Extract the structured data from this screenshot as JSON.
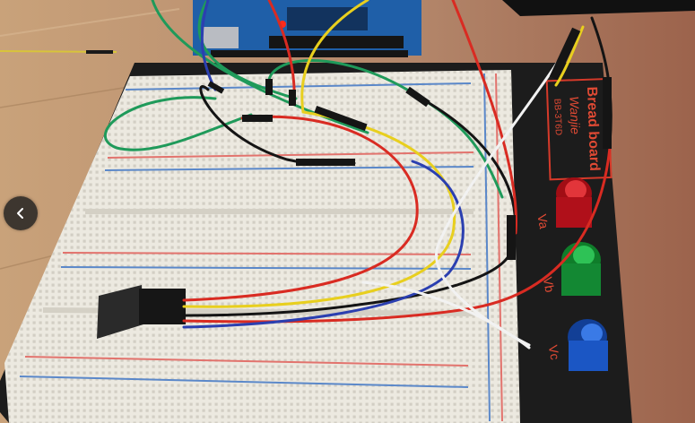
{
  "photo": {
    "board_brand": "Bread board",
    "board_maker": "Wanjie",
    "board_model": "BB-3T6D",
    "post_labels": [
      "Va",
      "Vb",
      "Vc"
    ],
    "colors": {
      "table": "#b58a63",
      "table_right": "#a0674f",
      "base_plate": "#1c1c1c",
      "breadboard": "#ece9e0",
      "rail_red": "#e2736d",
      "rail_blue": "#5b88c9",
      "wire_red": "#d92b22",
      "wire_yellow": "#e8cf1e",
      "wire_green": "#1f9a5a",
      "wire_blue": "#2b3fb0",
      "wire_white": "#f2f2f2",
      "wire_black": "#141414",
      "post_red": "#c8141c",
      "post_green": "#17a53a",
      "post_blue": "#1b56c4",
      "arduino": "#1f5fa8"
    }
  },
  "carousel": {
    "prev_icon": "chevron-left-icon"
  }
}
